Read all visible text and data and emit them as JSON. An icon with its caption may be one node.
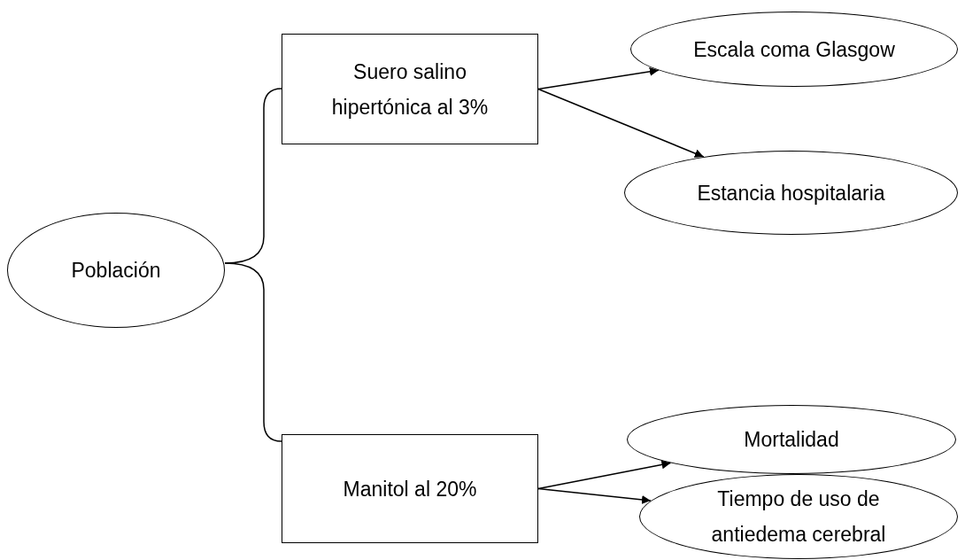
{
  "diagram": {
    "nodes": [
      {
        "text": [
          "Población"
        ]
      },
      {
        "text": [
          "Suero salino hipertónica al 3%"
        ]
      },
      {
        "text": [
          "Manitol al 20%"
        ]
      },
      {
        "text": [
          "Escala coma Glasgow"
        ]
      },
      {
        "text": [
          "Estancia hospitalaria"
        ]
      },
      {
        "text": [
          "Mortalidad"
        ]
      },
      {
        "text": [
          "Tiempo de uso de antiedema cerebral"
        ]
      }
    ],
    "edges": [
      {
        "from": 0,
        "to": 1,
        "arrow": "none"
      },
      {
        "from": 0,
        "to": 2,
        "arrow": "none"
      },
      {
        "from": 1,
        "to": 3,
        "arrow": "to"
      },
      {
        "from": 1,
        "to": 4,
        "arrow": "to"
      },
      {
        "from": 2,
        "to": 5,
        "arrow": "to"
      },
      {
        "from": 2,
        "to": 6,
        "arrow": "to"
      }
    ]
  }
}
